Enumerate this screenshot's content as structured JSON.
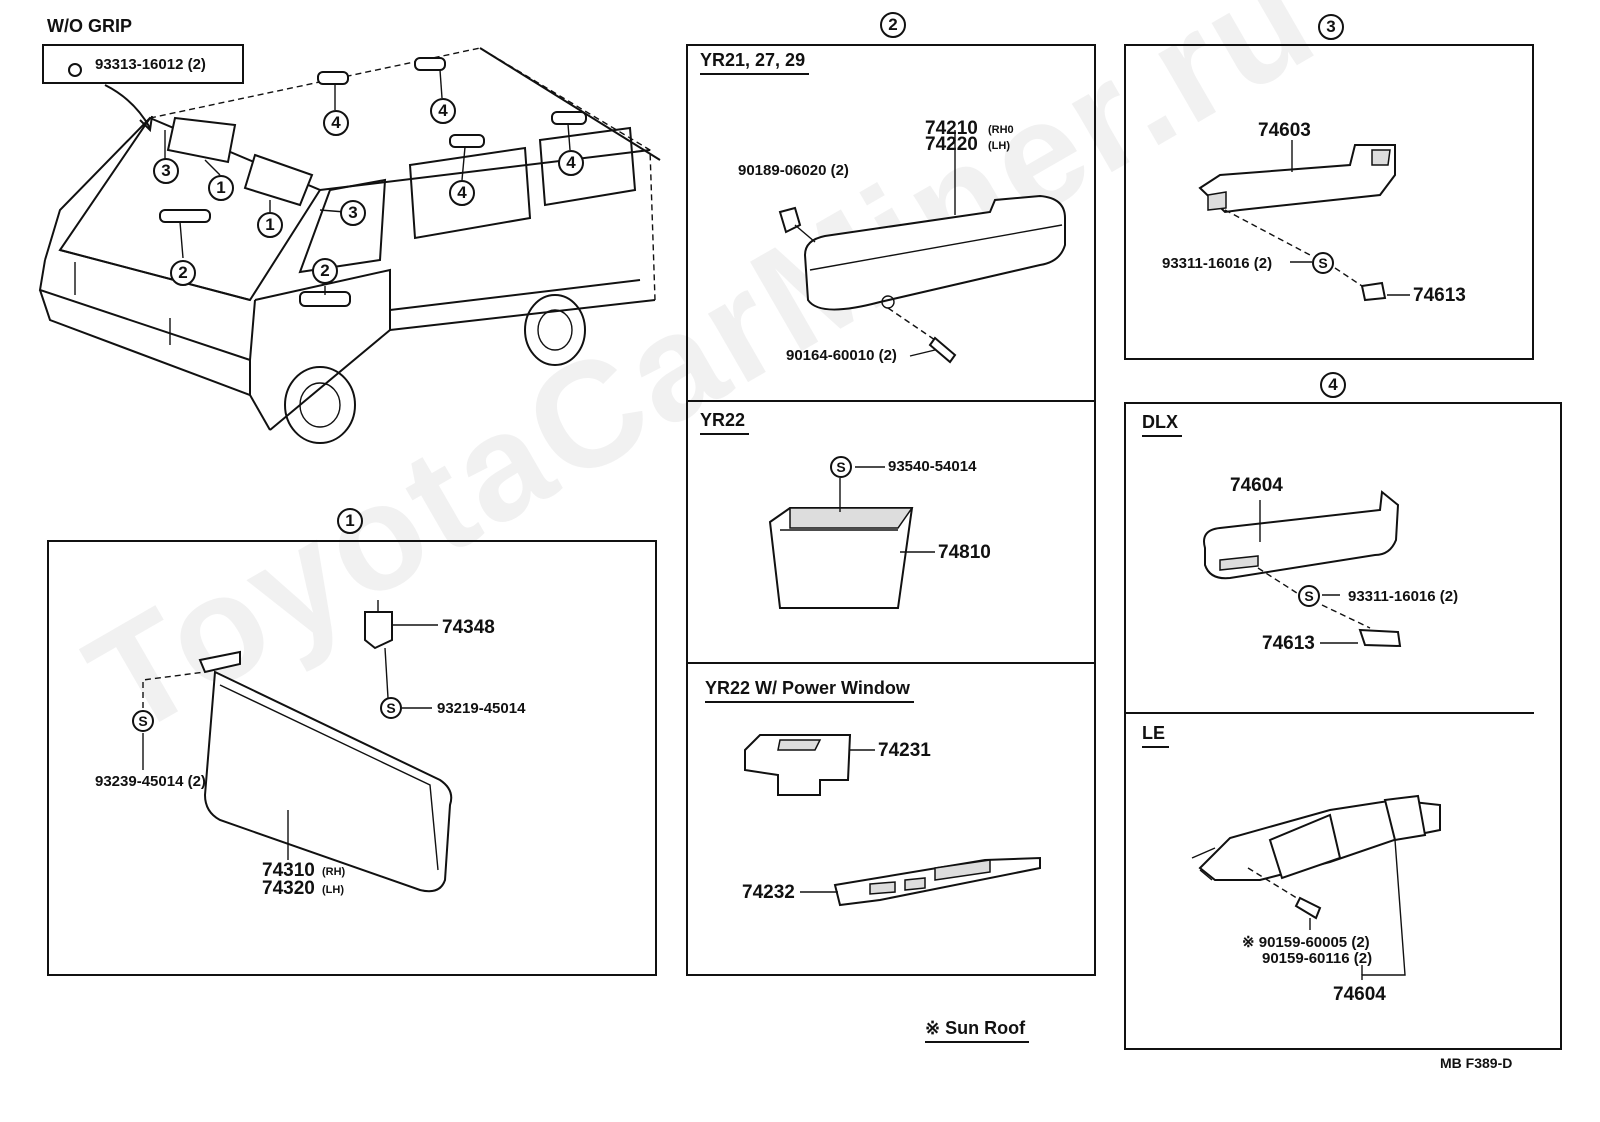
{
  "watermark": "ToyotaCarMiner.ru",
  "wo_grip": {
    "label": "W/O  GRIP",
    "part": "93313-16012 (2)"
  },
  "callouts": {
    "one": "1",
    "two": "2",
    "three": "3",
    "four": "4"
  },
  "section1": {
    "bracket": "74348",
    "bracket_screw": "93219-45014",
    "holder_screw": "93239-45014 (2)",
    "visor_rh": "74310",
    "visor_rh_tag": "(RH)",
    "visor_lh": "74320",
    "visor_lh_tag": "(LH)"
  },
  "section2": {
    "group_a": {
      "title": "YR21, 27, 29",
      "grip_rh": "74210",
      "grip_rh_tag": "(RH0",
      "grip_lh": "74220",
      "grip_lh_tag": "(LH)",
      "clip": "90189-06020 (2)",
      "screw": "90164-60010 (2)"
    },
    "group_b": {
      "title": "YR22",
      "screw": "93540-54014",
      "pocket": "74810"
    },
    "group_c": {
      "title": "YR22  W/ Power Window",
      "switch_a": "74231",
      "switch_b": "74232"
    }
  },
  "section3": {
    "grip": "74603",
    "screw": "93311-16016 (2)",
    "cover": "74613"
  },
  "section4": {
    "dlx": {
      "title": "DLX",
      "grip": "74604",
      "screw": "93311-16016 (2)",
      "cover": "74613"
    },
    "le": {
      "title": "LE",
      "screw_a": "※ 90159-60005 (2)",
      "screw_b": "90159-60116 (2)",
      "grip": "74604"
    }
  },
  "footnote": "※ Sun Roof",
  "figure_code": "MB  F389-D",
  "screw_symbol": "S"
}
